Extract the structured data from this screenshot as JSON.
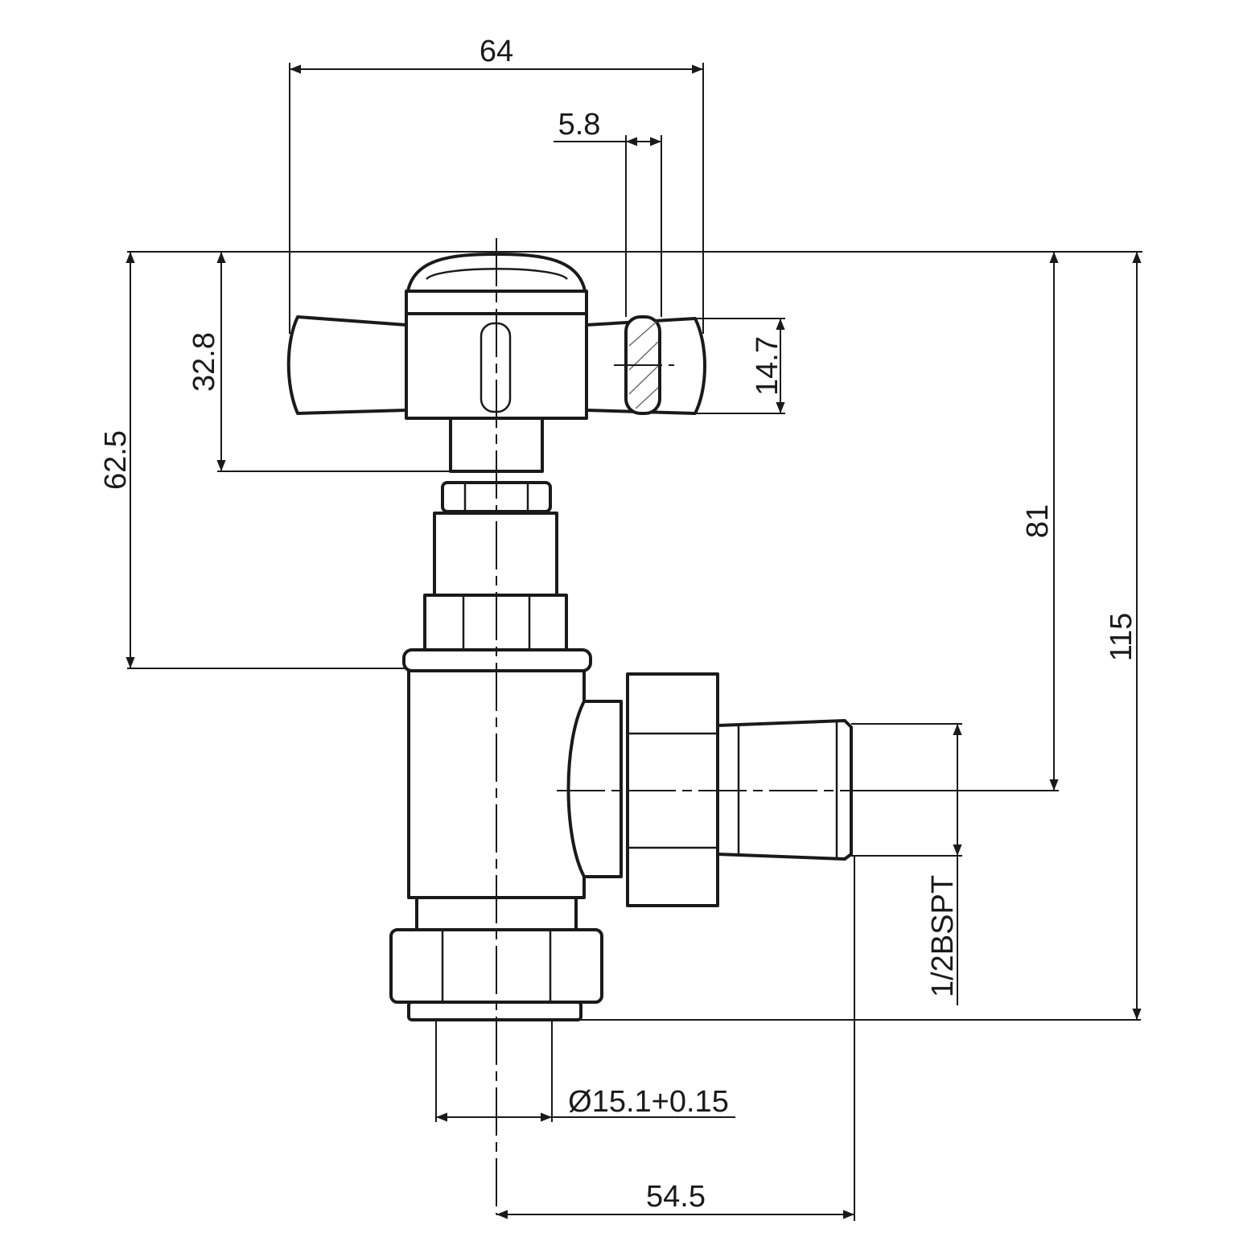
{
  "colors": {
    "line": "#1a1a1a",
    "background": "#ffffff"
  },
  "dimensions": {
    "handle_width": "64",
    "spoke_thickness": "5.8",
    "handle_height": "32.8",
    "spoke_height": "14.7",
    "top_to_body": "62.5",
    "top_to_outlet_axis": "81",
    "overall_height": "115",
    "thread_size": "1/2BSPT",
    "inlet_diameter": "Ø15.1+0.15",
    "axis_to_outlet_end": "54.5"
  }
}
